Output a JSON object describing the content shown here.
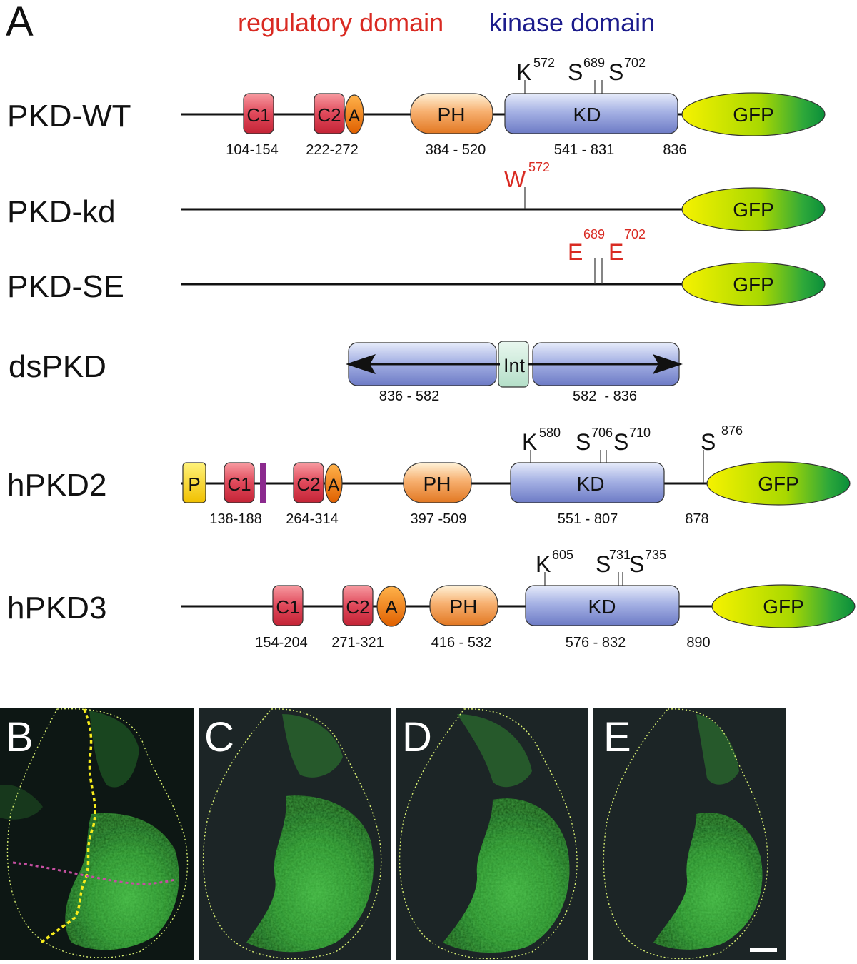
{
  "panel_a": {
    "letter": "A",
    "legend": {
      "regulatory": "regulatory domain",
      "kinase": "kinase domain"
    },
    "colors": {
      "regulatory": "#d92a22",
      "kinase": "#1c1c8c",
      "mutation": "#d92a22"
    },
    "constructs": [
      {
        "label": "PKD-WT",
        "domains": [
          "C1",
          "C2",
          "A",
          "PH",
          "KD",
          "GFP"
        ],
        "ranges": [
          "104-154",
          "222-272",
          "384 - 520",
          "541 - 831",
          "836"
        ],
        "sites": [
          {
            "res": "K",
            "num": "572"
          },
          {
            "res": "S",
            "num": "689"
          },
          {
            "res": "S",
            "num": "702"
          }
        ]
      },
      {
        "label": "PKD-kd",
        "domains": [
          "GFP"
        ],
        "sites": [
          {
            "res": "W",
            "num": "572"
          }
        ]
      },
      {
        "label": "PKD-SE",
        "domains": [
          "GFP"
        ],
        "sites": [
          {
            "res": "E",
            "num": "689"
          },
          {
            "res": "E",
            "num": "702"
          }
        ]
      },
      {
        "label": "dsPKD",
        "domains": [
          "Int"
        ],
        "ranges": [
          "836 - 582",
          "582  - 836"
        ]
      },
      {
        "label": "hPKD2",
        "domains": [
          "P",
          "C1",
          "C2",
          "A",
          "PH",
          "KD",
          "GFP"
        ],
        "ranges": [
          "138-188",
          "264-314",
          "397 -509",
          "551 - 807",
          "878"
        ],
        "sites": [
          {
            "res": "K",
            "num": "580"
          },
          {
            "res": "S",
            "num": "706"
          },
          {
            "res": "S",
            "num": "710"
          },
          {
            "res": "S",
            "num": "876"
          }
        ]
      },
      {
        "label": "hPKD3",
        "domains": [
          "C1",
          "C2",
          "A",
          "PH",
          "KD",
          "GFP"
        ],
        "ranges": [
          "154-204",
          "271-321",
          "416 - 532",
          "576 - 832",
          "890"
        ],
        "sites": [
          {
            "res": "K",
            "num": "605"
          },
          {
            "res": "S",
            "num": "731"
          },
          {
            "res": "S",
            "num": "735"
          }
        ]
      }
    ]
  },
  "micrographs": [
    {
      "letter": "B"
    },
    {
      "letter": "C"
    },
    {
      "letter": "D"
    },
    {
      "letter": "E"
    }
  ]
}
